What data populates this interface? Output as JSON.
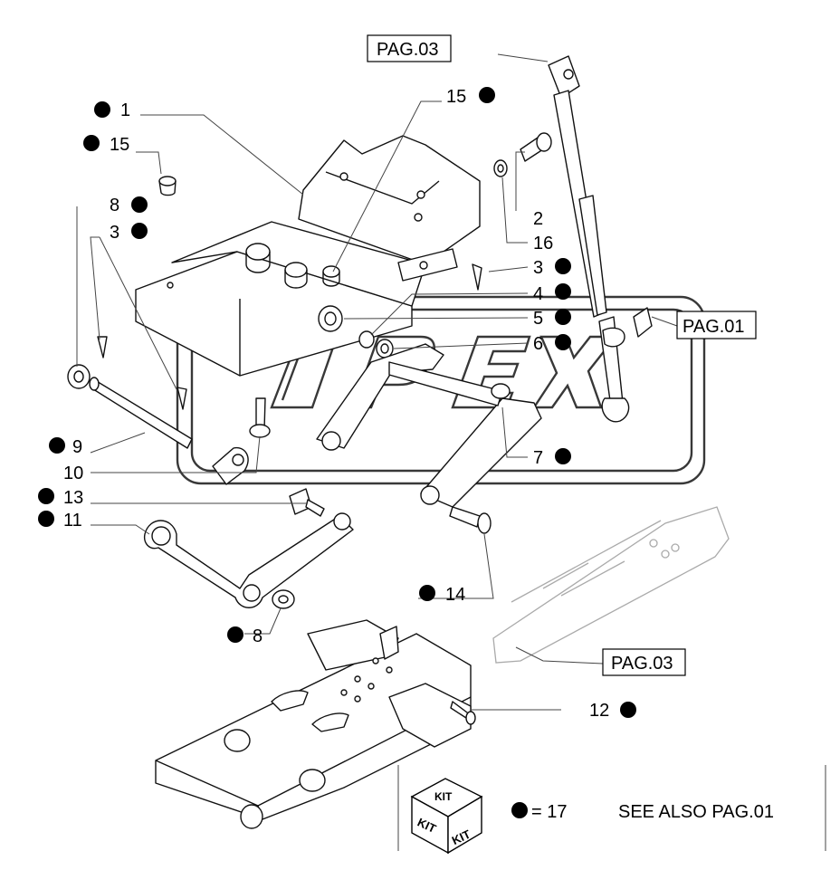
{
  "labels": {
    "l1": "1",
    "l15a": "15",
    "l15b": "15",
    "l8a": "8",
    "l3a": "3",
    "l2": "2",
    "l16": "16",
    "l3b": "3",
    "l4": "4",
    "l5": "5",
    "l6": "6",
    "l7": "7",
    "l9": "9",
    "l10": "10",
    "l13": "13",
    "l11": "11",
    "l14": "14",
    "l8b": "8",
    "l12": "12"
  },
  "references": {
    "pag03_top": "PAG.03",
    "pag01": "PAG.01",
    "pag03_bottom": "PAG.03"
  },
  "legend": {
    "kit_top": "KIT",
    "kit_left": "KIT",
    "kit_right": "KIT",
    "dot_equals": "= 17",
    "see_also": "SEE ALSO PAG.01"
  },
  "watermark": "OPEX"
}
